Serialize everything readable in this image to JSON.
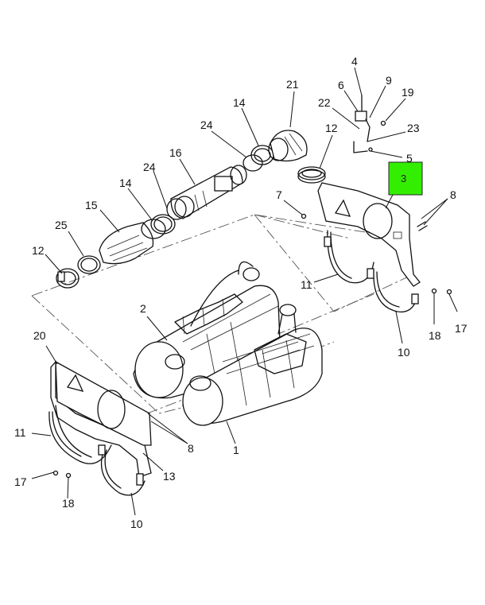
{
  "callouts": {
    "c1": "1",
    "c2": "2",
    "c3": "3",
    "c4": "4",
    "c5": "5",
    "c6": "6",
    "c7": "7",
    "c8a": "8",
    "c8b": "8",
    "c9": "9",
    "c10a": "10",
    "c10b": "10",
    "c11a": "11",
    "c11b": "11",
    "c12a": "12",
    "c12b": "12",
    "c13": "13",
    "c14a": "14",
    "c14b": "14",
    "c15": "15",
    "c16": "16",
    "c17a": "17",
    "c17b": "17",
    "c18a": "18",
    "c18b": "18",
    "c19": "19",
    "c20": "20",
    "c21": "21",
    "c22": "22",
    "c23": "23",
    "c24a": "24",
    "c24b": "24",
    "c25": "25"
  },
  "highlight": {
    "label": "3",
    "color": "#33ee00"
  }
}
